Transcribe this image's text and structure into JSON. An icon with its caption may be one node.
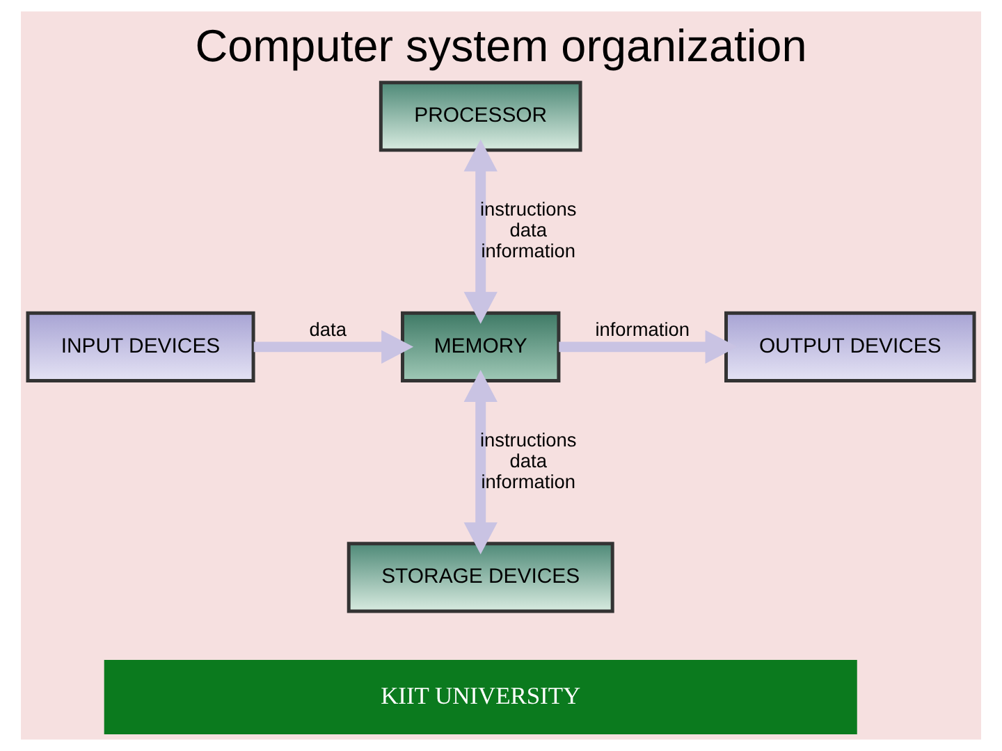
{
  "diagram": {
    "title": "Computer system organization",
    "nodes": [
      {
        "text": [
          "PROCESSOR"
        ]
      },
      {
        "text": [
          "INPUT DEVICES"
        ]
      },
      {
        "text": [
          "MEMORY"
        ]
      },
      {
        "text": [
          "OUTPUT DEVICES"
        ]
      },
      {
        "text": [
          "STORAGE DEVICES"
        ]
      }
    ],
    "edges": [
      {
        "from": 0,
        "to": 2,
        "arrow": "both",
        "label": "instructions data information"
      },
      {
        "from": 1,
        "to": 2,
        "arrow": "to",
        "label": "data"
      },
      {
        "from": 2,
        "to": 3,
        "arrow": "to",
        "label": "information"
      },
      {
        "from": 2,
        "to": 4,
        "arrow": "both",
        "label": "instructions data information"
      }
    ],
    "labels": [
      "KIIT UNIVERSITY"
    ]
  }
}
